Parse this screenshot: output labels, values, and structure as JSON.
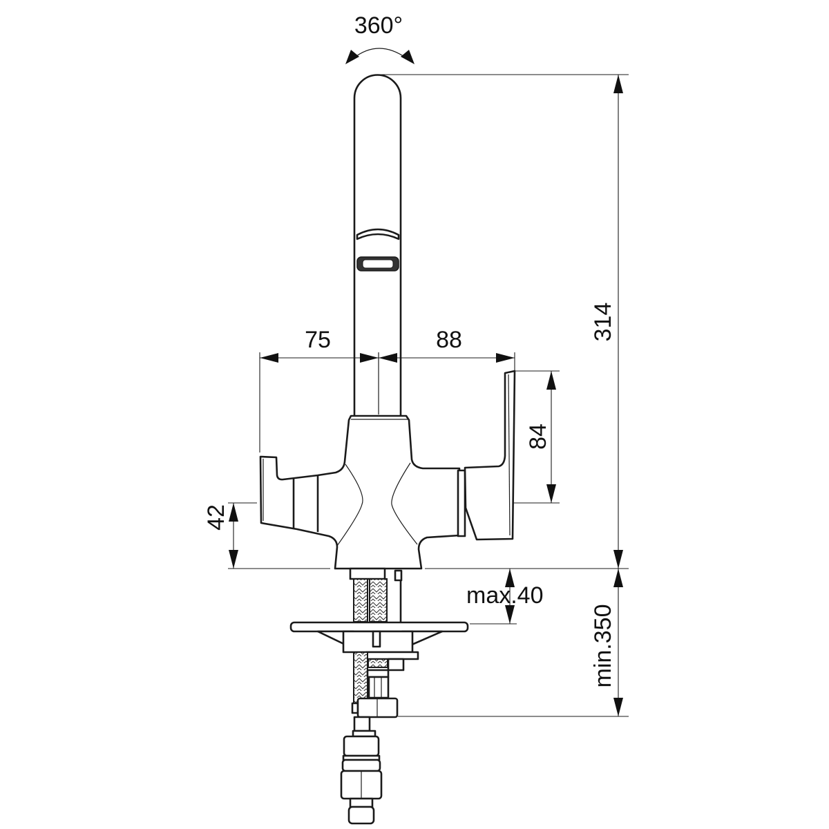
{
  "drawing": {
    "title": "Kitchen faucet dimensions",
    "rotation_label": "360°",
    "dimensions": {
      "left_handle_reach": "75",
      "right_handle_reach": "88",
      "right_handle_height": "84",
      "left_handle_height": "42",
      "total_height": "314",
      "max_deck_thickness": "max.40",
      "min_hose_length": "min.350"
    },
    "colors": {
      "line": "#1a1a1a",
      "background": "#ffffff"
    }
  }
}
